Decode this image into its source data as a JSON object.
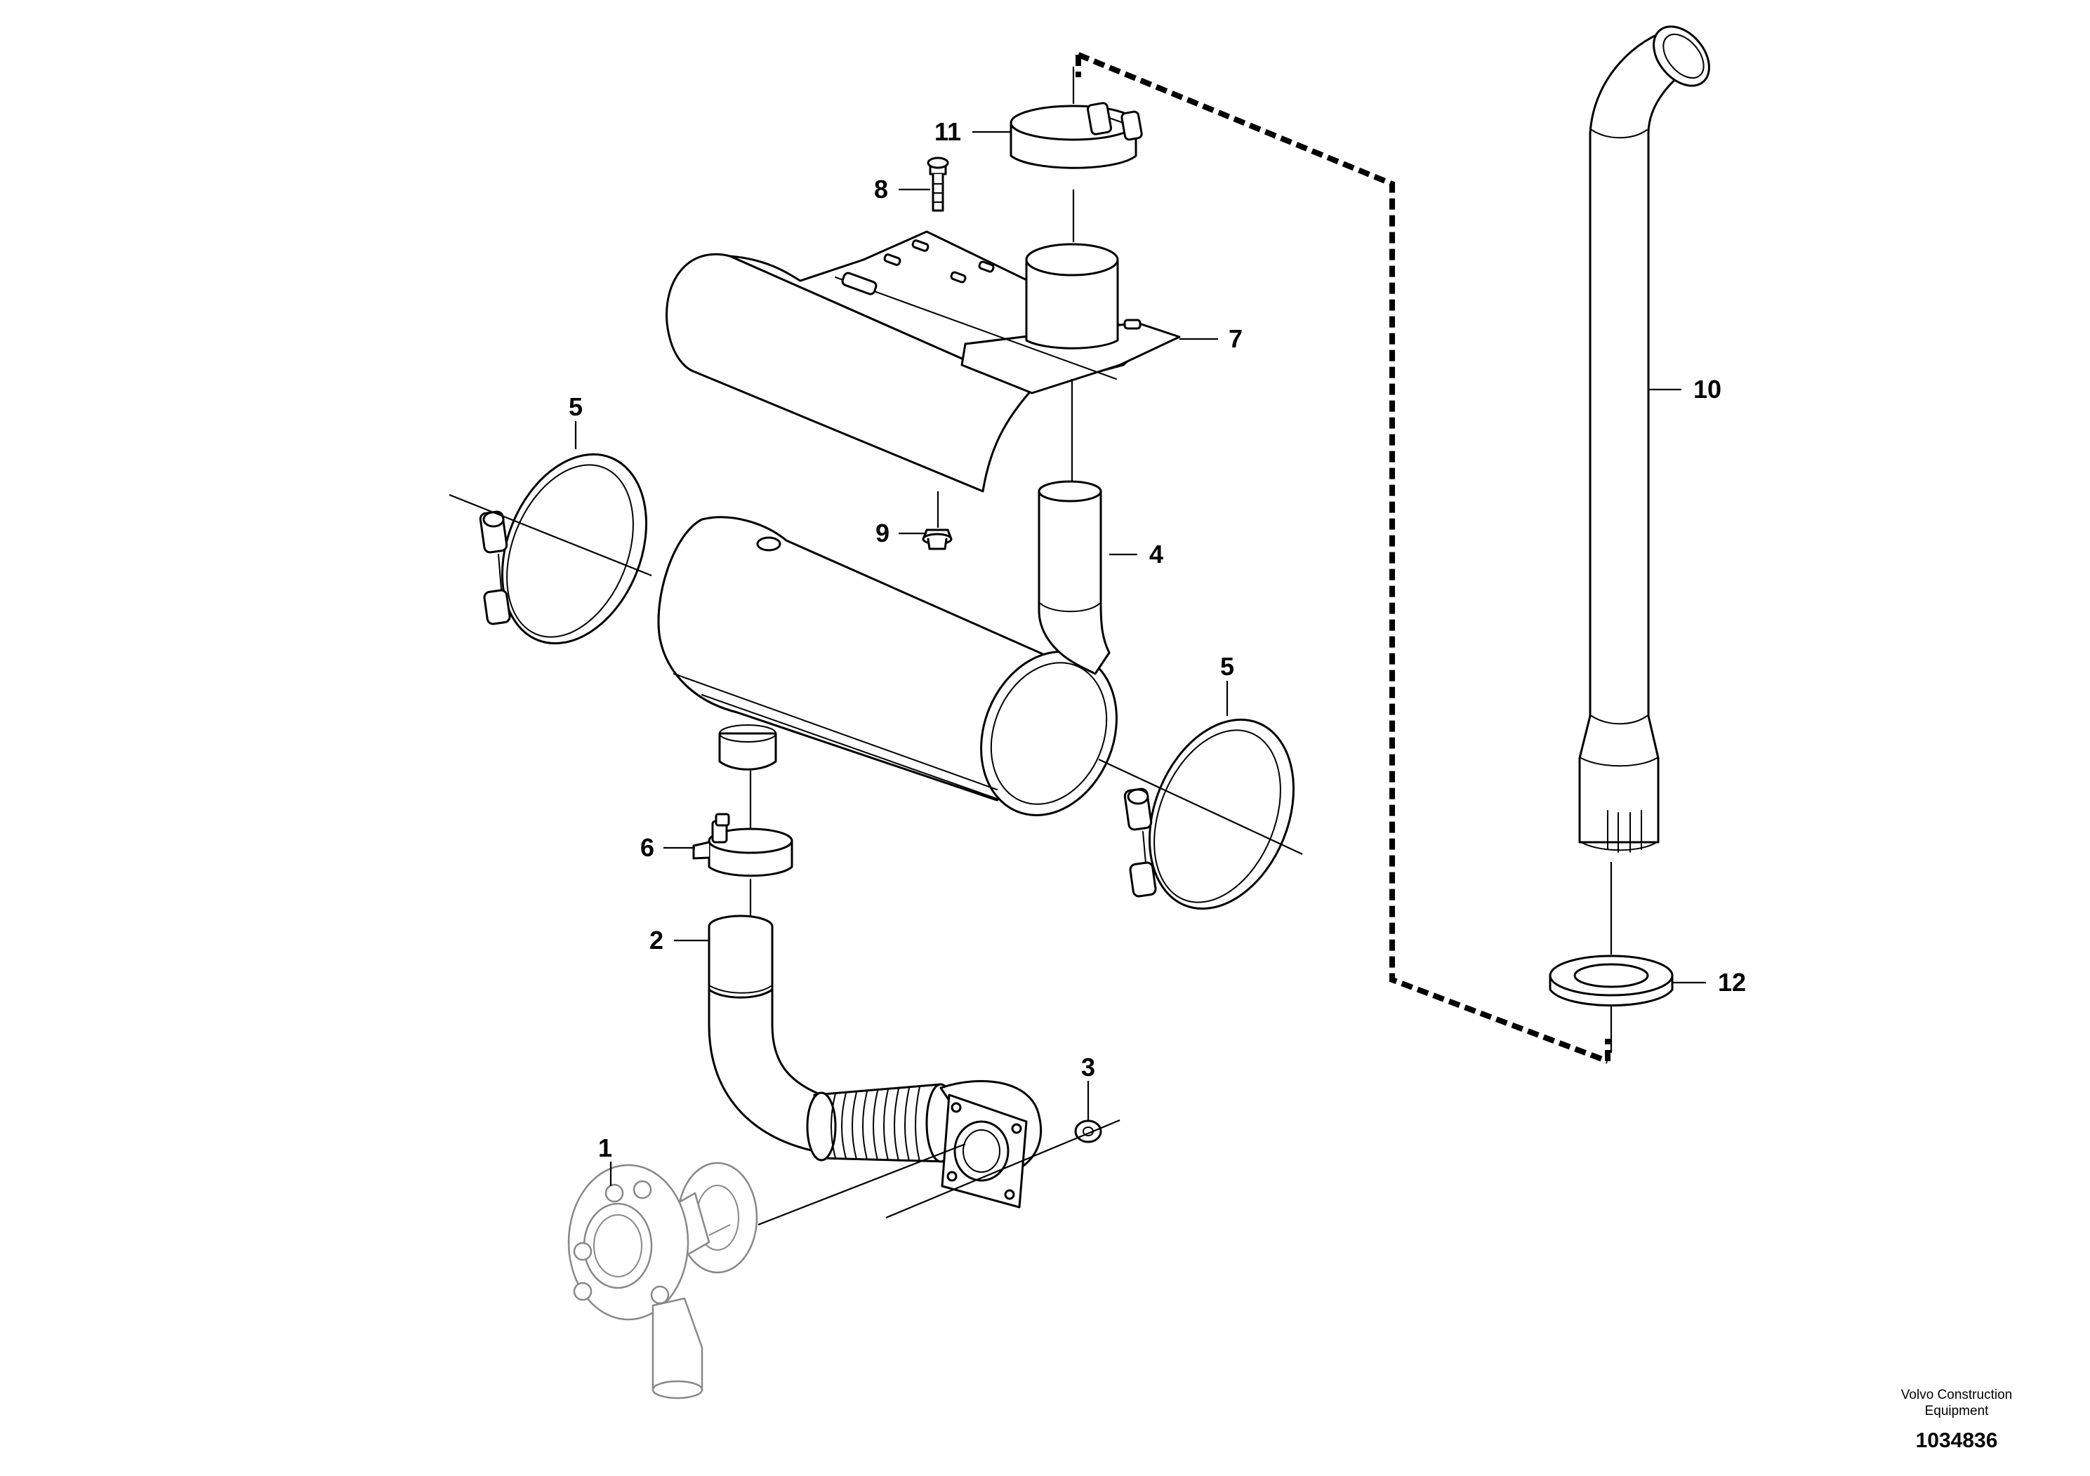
{
  "callouts": [
    {
      "id": "1",
      "label": "1"
    },
    {
      "id": "2",
      "label": "2"
    },
    {
      "id": "3",
      "label": "3"
    },
    {
      "id": "4",
      "label": "4"
    },
    {
      "id": "5a",
      "label": "5"
    },
    {
      "id": "5b",
      "label": "5"
    },
    {
      "id": "6",
      "label": "6"
    },
    {
      "id": "7",
      "label": "7"
    },
    {
      "id": "8",
      "label": "8"
    },
    {
      "id": "9",
      "label": "9"
    },
    {
      "id": "10",
      "label": "10"
    },
    {
      "id": "11",
      "label": "11"
    },
    {
      "id": "12",
      "label": "12"
    }
  ],
  "footer": {
    "brand_line1": "Volvo Construction",
    "brand_line2": "Equipment",
    "figure_id": "1034836"
  }
}
